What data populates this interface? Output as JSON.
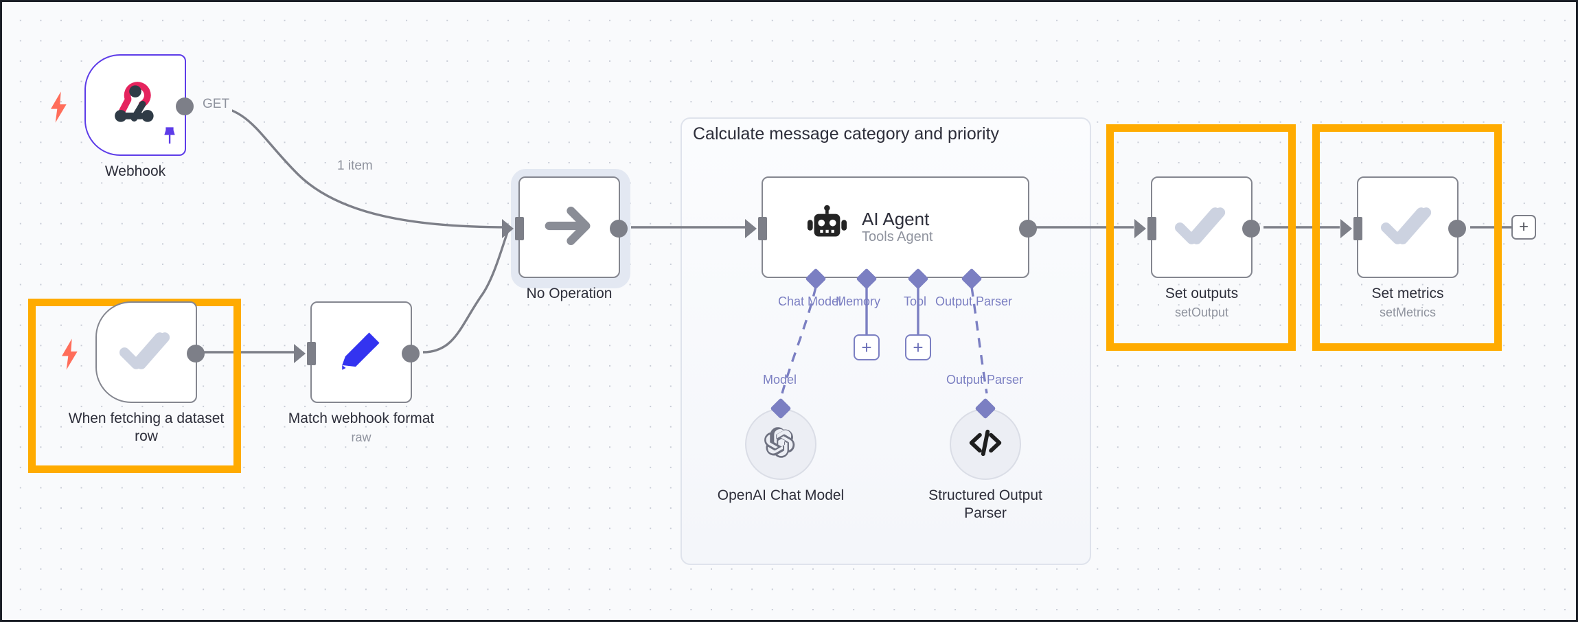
{
  "canvas": {
    "background_color": "#f9fafc",
    "grid": "dot-grid",
    "accent_highlight_color": "#ffab00",
    "connector_color": "#7d7f88",
    "sub_connector_color": "#7b7fc2"
  },
  "nodes": [
    {
      "id": "webhook",
      "label": "Webhook",
      "sublabel": "",
      "icon": "webhook-icon",
      "type": "trigger",
      "selected_border": "#5d3ce8",
      "pinned": true,
      "has_trigger_bolt": true
    },
    {
      "id": "when-fetching-dataset-row",
      "label": "When fetching a dataset\nrow",
      "sublabel": "",
      "icon": "double-check-icon",
      "type": "trigger",
      "highlighted": true,
      "has_trigger_bolt": true
    },
    {
      "id": "match-webhook-format",
      "label": "Match webhook format",
      "sublabel": "raw",
      "icon": "pencil-icon",
      "type": "action"
    },
    {
      "id": "no-operation",
      "label": "No Operation",
      "sublabel": "",
      "icon": "arrow-right-icon",
      "type": "action",
      "selected": true
    },
    {
      "id": "ai-agent",
      "label": "AI Agent",
      "sublabel": "Tools Agent",
      "icon": "robot-icon",
      "type": "agent"
    },
    {
      "id": "set-outputs",
      "label": "Set outputs",
      "sublabel": "setOutput",
      "icon": "double-check-icon",
      "type": "action",
      "highlighted": true
    },
    {
      "id": "set-metrics",
      "label": "Set metrics",
      "sublabel": "setMetrics",
      "icon": "double-check-icon",
      "type": "action",
      "highlighted": true
    }
  ],
  "group": {
    "title": "Calculate message category and priority"
  },
  "agent_ports": [
    {
      "id": "chat-model",
      "label": "Chat Model"
    },
    {
      "id": "memory",
      "label": "Memory"
    },
    {
      "id": "tool",
      "label": "Tool"
    },
    {
      "id": "output-parser",
      "label": "Output Parser"
    }
  ],
  "subnodes": [
    {
      "id": "openai-chat-model",
      "label": "OpenAI Chat Model",
      "port_label": "Model",
      "icon": "openai-icon"
    },
    {
      "id": "structured-output-parser",
      "label": "Structured Output\nParser",
      "port_label": "Output Parser",
      "icon": "code-brackets-icon"
    }
  ],
  "edge_labels": {
    "webhook_method": "GET",
    "webhook_items": "1 item"
  },
  "buttons": {
    "add_memory": "+",
    "add_tool": "+",
    "add_next_node": "+"
  }
}
